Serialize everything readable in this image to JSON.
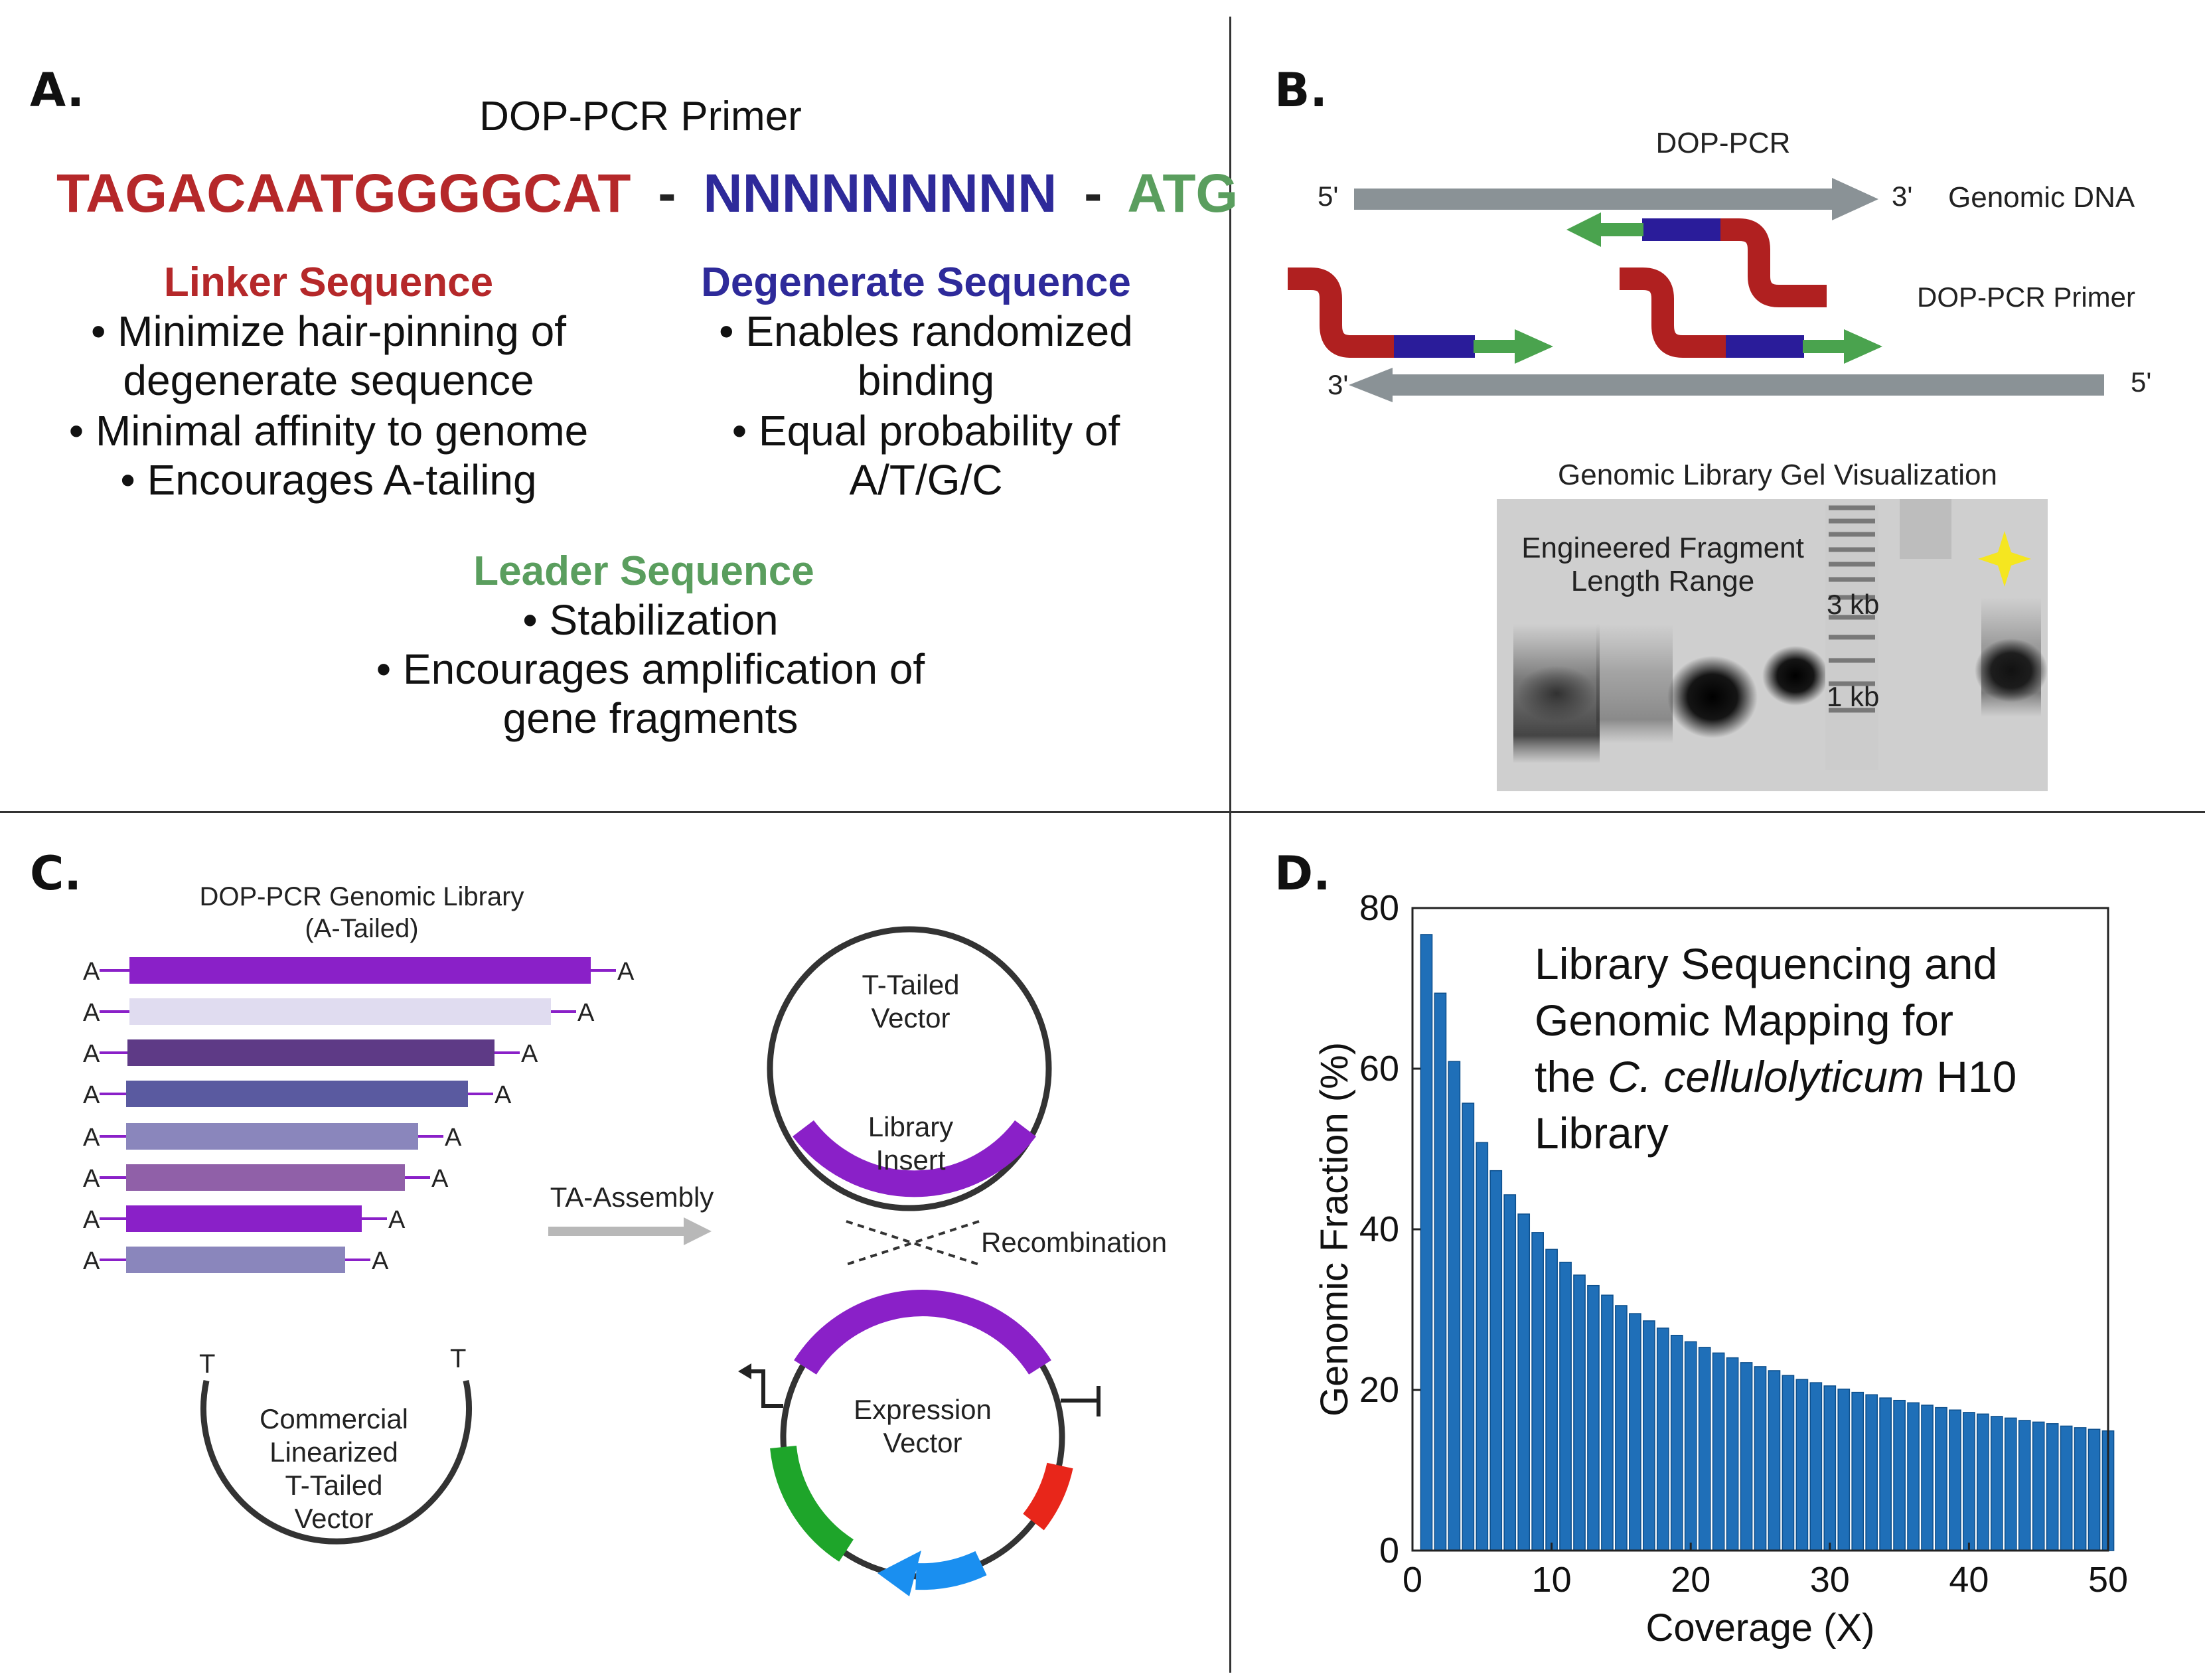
{
  "panels": {
    "a": "A.",
    "b": "B.",
    "c": "C.",
    "d": "D."
  },
  "panel_a": {
    "title": "DOP-PCR Primer",
    "seq_linker": "TAGACAATGGGGCAT",
    "sep": "-",
    "seq_degenerate": "NNNNNNNNN",
    "seq_leader": "ATG",
    "linker": {
      "heading": "Linker Sequence",
      "bullets": [
        "Minimize hair-pinning of degenerate sequence",
        "Minimal affinity to genome",
        "Encourages A-tailing"
      ],
      "lines": [
        "Minimize hair-pinning of",
        "degenerate sequence",
        "Minimal affinity to genome",
        "Encourages A-tailing"
      ]
    },
    "degenerate": {
      "heading": "Degenerate Sequence",
      "bullets": [
        "Enables randomized binding",
        "Equal probability of A/T/G/C"
      ],
      "lines": [
        "Enables randomized",
        "binding",
        "Equal probability of",
        "A/T/G/C"
      ]
    },
    "leader": {
      "heading": "Leader Sequence",
      "bullets": [
        "Stabilization",
        "Encourages amplification of gene fragments"
      ],
      "lines": [
        "Stabilization",
        "Encourages amplification of",
        "gene fragments"
      ]
    },
    "colors": {
      "linker": "#b5282a",
      "degenerate": "#2e2a9a",
      "leader": "#5a9e5e"
    }
  },
  "panel_b": {
    "title": "DOP-PCR",
    "five_prime": "5'",
    "three_prime": "3'",
    "genomic_dna": "Genomic DNA",
    "primer_label": "DOP-PCR Primer",
    "gel_title": "Genomic Library Gel Visualization",
    "gel_annotation": [
      "Engineered Fragment",
      "Length Range"
    ],
    "marker_3kb": "3 kb",
    "marker_1kb": "1 kb",
    "star_color": "#f5e620"
  },
  "panel_c": {
    "library_title": [
      "DOP-PCR Genomic Library",
      "(A-Tailed)"
    ],
    "tail_a": "A",
    "tail_t": "T",
    "fragment_colors": [
      "#8a20c8",
      "#e0dcf0",
      "#5e3a86",
      "#5a5aa0",
      "#8a86bc",
      "#9060a8",
      "#8a20c8",
      "#8a86bc"
    ],
    "commercial_vector": [
      "Commercial",
      "Linearized",
      "T-Tailed",
      "Vector"
    ],
    "ta_assembly": "TA-Assembly",
    "t_tailed_vector": [
      "T-Tailed",
      "Vector"
    ],
    "library_insert": [
      "Library",
      "Insert"
    ],
    "recombination": "Recombination",
    "expression_vector": [
      "Expression",
      "Vector"
    ]
  },
  "chart_data": {
    "type": "bar",
    "title": "Library Sequencing and Genomic Mapping for the C. cellulolyticum H10 Library",
    "title_lines": [
      "Library Sequencing and",
      "Genomic Mapping for",
      "the ",
      "C. cellulolyticum",
      " H10",
      "Library"
    ],
    "xlabel": "Coverage (X)",
    "ylabel": "Genomic Fraction (%)",
    "xlim": [
      0,
      50
    ],
    "ylim": [
      0,
      80
    ],
    "xticks": [
      0,
      10,
      20,
      30,
      40,
      50
    ],
    "yticks": [
      0,
      20,
      40,
      60,
      80
    ],
    "bar_color": "#1f6fb8",
    "x": [
      1,
      2,
      3,
      4,
      5,
      6,
      7,
      8,
      9,
      10,
      11,
      12,
      13,
      14,
      15,
      16,
      17,
      18,
      19,
      20,
      21,
      22,
      23,
      24,
      25,
      26,
      27,
      28,
      29,
      30,
      31,
      32,
      33,
      34,
      35,
      36,
      37,
      38,
      39,
      40,
      41,
      42,
      43,
      44,
      45,
      46,
      47,
      48,
      49,
      50
    ],
    "values": [
      76.7,
      69.4,
      60.9,
      55.7,
      50.8,
      47.3,
      44.3,
      41.9,
      39.6,
      37.5,
      35.9,
      34.3,
      33.0,
      31.8,
      30.5,
      29.5,
      28.6,
      27.7,
      26.8,
      26.0,
      25.3,
      24.6,
      24.0,
      23.4,
      22.9,
      22.4,
      21.8,
      21.3,
      20.9,
      20.5,
      20.1,
      19.7,
      19.4,
      19.0,
      18.7,
      18.4,
      18.1,
      17.8,
      17.5,
      17.2,
      17.0,
      16.7,
      16.5,
      16.2,
      16.0,
      15.8,
      15.5,
      15.3,
      15.1,
      14.9
    ]
  }
}
